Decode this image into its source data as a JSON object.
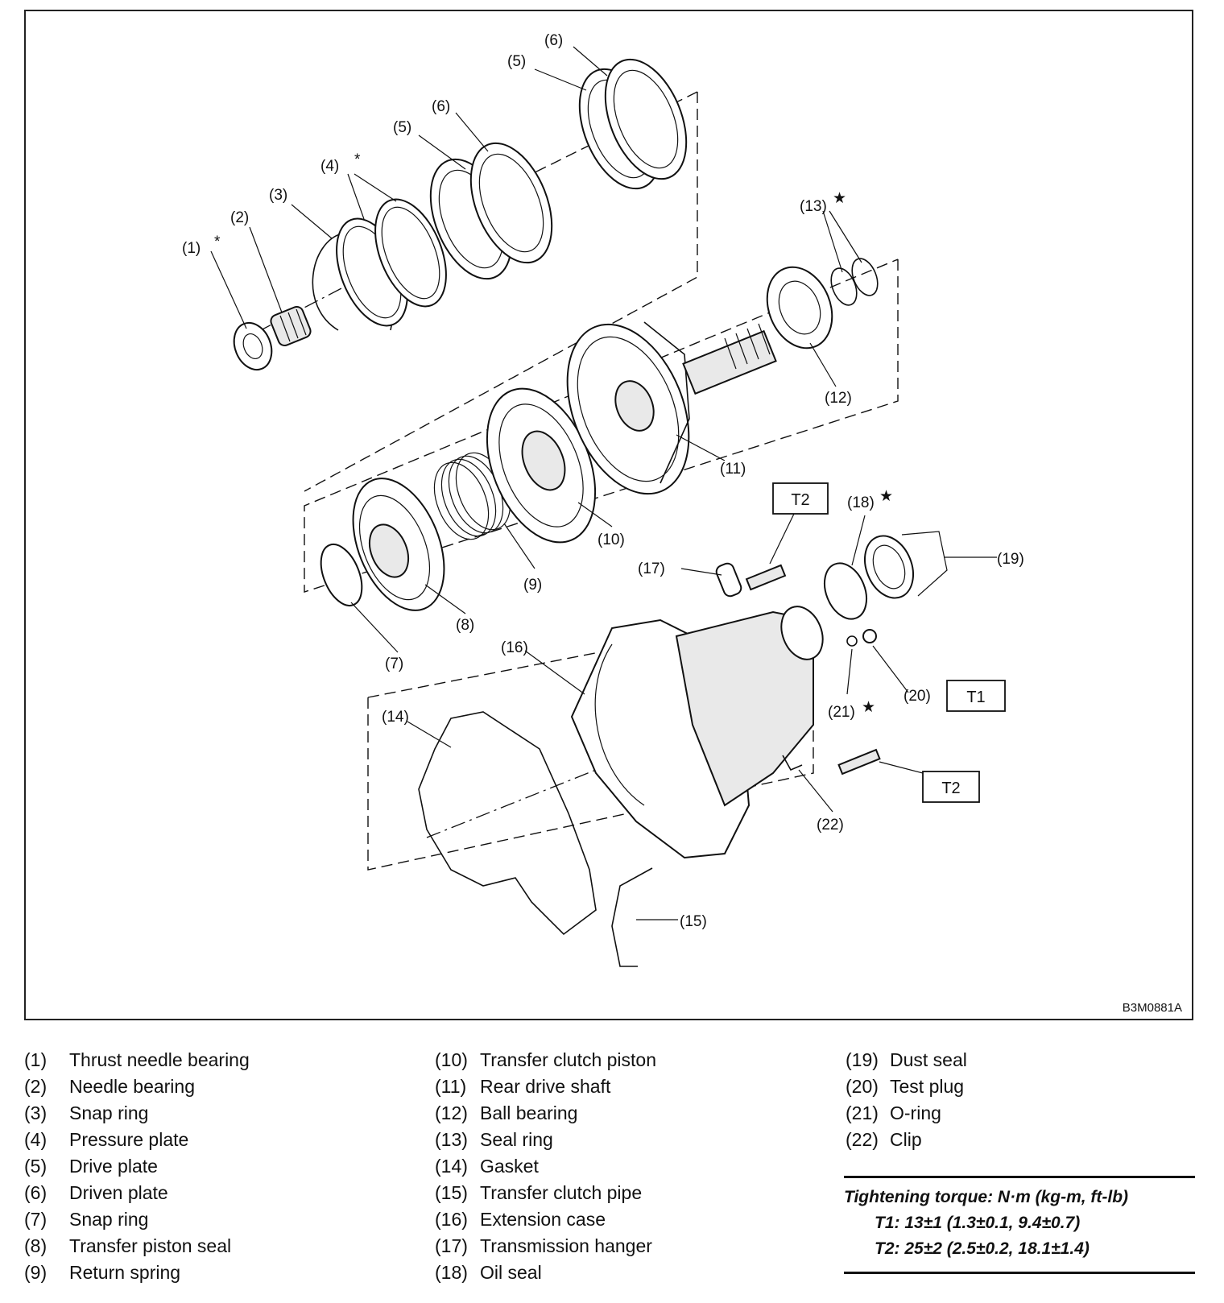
{
  "diagram": {
    "image_code": "B3M0881A",
    "callouts": {
      "c1": "(1)",
      "c2": "(2)",
      "c3": "(3)",
      "c4": "(4)",
      "c5a": "(5)",
      "c6a": "(6)",
      "c5b": "(5)",
      "c6b": "(6)",
      "c7": "(7)",
      "c8": "(8)",
      "c9": "(9)",
      "c10": "(10)",
      "c11": "(11)",
      "c12": "(12)",
      "c13": "(13)",
      "c14": "(14)",
      "c15": "(15)",
      "c16": "(16)",
      "c17": "(17)",
      "c18": "(18)",
      "c19": "(19)",
      "c20": "(20)",
      "c21": "(21)",
      "c22": "(22)"
    },
    "markers": {
      "asterisk": "*",
      "star": "★"
    },
    "torque_boxes": {
      "t2_top": "T2",
      "t1": "T1",
      "t2_bottom": "T2"
    }
  },
  "legend": {
    "col1": [
      {
        "num": "(1)",
        "name": "Thrust needle bearing"
      },
      {
        "num": "(2)",
        "name": "Needle bearing"
      },
      {
        "num": "(3)",
        "name": "Snap ring"
      },
      {
        "num": "(4)",
        "name": "Pressure plate"
      },
      {
        "num": "(5)",
        "name": "Drive plate"
      },
      {
        "num": "(6)",
        "name": "Driven plate"
      },
      {
        "num": "(7)",
        "name": "Snap ring"
      },
      {
        "num": "(8)",
        "name": "Transfer piston seal"
      },
      {
        "num": "(9)",
        "name": "Return spring"
      }
    ],
    "col2": [
      {
        "num": "(10)",
        "name": "Transfer clutch piston"
      },
      {
        "num": "(11)",
        "name": "Rear drive shaft"
      },
      {
        "num": "(12)",
        "name": "Ball bearing"
      },
      {
        "num": "(13)",
        "name": "Seal ring"
      },
      {
        "num": "(14)",
        "name": "Gasket"
      },
      {
        "num": "(15)",
        "name": "Transfer clutch pipe"
      },
      {
        "num": "(16)",
        "name": "Extension case"
      },
      {
        "num": "(17)",
        "name": "Transmission hanger"
      },
      {
        "num": "(18)",
        "name": "Oil seal"
      }
    ],
    "col3": [
      {
        "num": "(19)",
        "name": "Dust seal"
      },
      {
        "num": "(20)",
        "name": "Test plug"
      },
      {
        "num": "(21)",
        "name": "O-ring"
      },
      {
        "num": "(22)",
        "name": "Clip"
      }
    ]
  },
  "torque": {
    "heading": "Tightening torque: N·m (kg-m, ft-lb)",
    "t1": "T1: 13±1 (1.3±0.1, 9.4±0.7)",
    "t2": "T2: 25±2 (2.5±0.2, 18.1±1.4)"
  }
}
